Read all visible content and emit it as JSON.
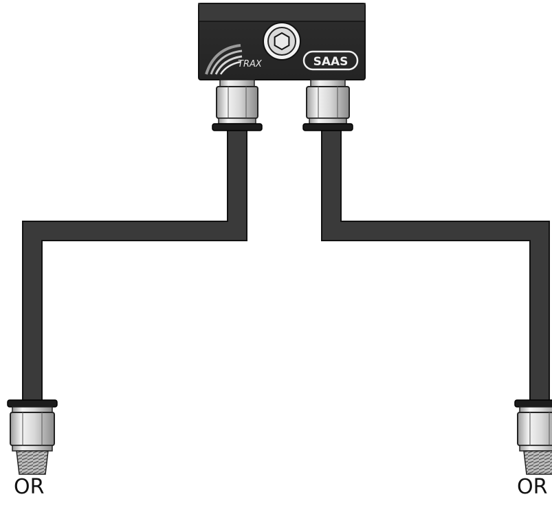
{
  "labels": {
    "left_option": "OR",
    "right_option": "OR"
  },
  "manifold": {
    "logo_left_text": "TRAX",
    "logo_right_text": "SAAS",
    "center_icon": "hex-socket-icon"
  },
  "colors": {
    "hose": "#3a3a3a",
    "hose_outline": "#111111",
    "manifold_body": "#2f2f2f",
    "fitting_metal": "#e2e2e2",
    "background": "#ffffff"
  }
}
